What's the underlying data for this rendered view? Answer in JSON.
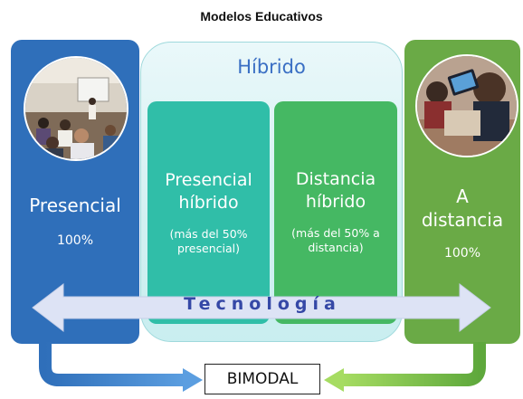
{
  "title": "Modelos Educativos",
  "hybrid": {
    "title": "Híbrido"
  },
  "left": {
    "label": "Presencial",
    "percent": "100%"
  },
  "right": {
    "label_line1": "A",
    "label_line2": "distancia",
    "percent": "100%"
  },
  "card_presencial": {
    "label_line1": "Presencial",
    "label_line2": "híbrido",
    "note_line1": "(más del 50%",
    "note_line2": "presencial)"
  },
  "card_distancia": {
    "label_line1": "Distancia",
    "label_line2": "híbrido",
    "note_line1": "(más del 50% a",
    "note_line2": "distancia)"
  },
  "technology": "Tecnología",
  "bimodal": "BIMODAL",
  "colors": {
    "presencial": "#2f6fba",
    "distancia": "#6aaa46",
    "hibrido": "#d2f0f1",
    "presencial_hibrido": "#30bea8",
    "distancia_hibrido": "#45b863",
    "technology_arrow": "#dde3f5",
    "technology_text": "#3548a6"
  }
}
